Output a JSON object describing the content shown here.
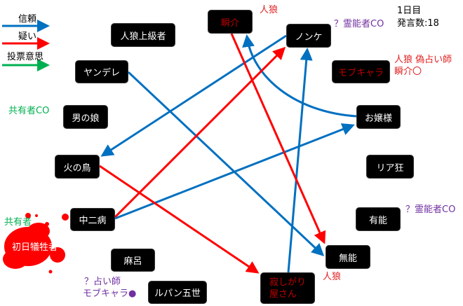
{
  "legend": {
    "trust": "信頼",
    "doubt": "疑い",
    "vote": "投票意思"
  },
  "status": {
    "day": "1日目",
    "remarks": "発言数:18"
  },
  "colors": {
    "trust": "#0070c0",
    "doubt": "#ff0000",
    "vote": "#00b050",
    "wolf": "#e02020",
    "medium": "#7030a0",
    "shared": "#00b050"
  },
  "nodes": {
    "shunsuke": "瞬介",
    "jinrou_joukyu": "人狼上級者",
    "nonke": "ノンケ",
    "yandere": "ヤンデレ",
    "mobchara": "モブキャラ",
    "otokonoko": "男の娘",
    "ojousama": "お嬢様",
    "hinotori": "火の鳥",
    "riakyo": "リア狂",
    "chuunibyou": "中二病",
    "yuunou": "有能",
    "shonichi": "初日犠牲者",
    "maro": "麻呂",
    "munou": "無能",
    "sabishigari_1": "寂しがり",
    "sabishigari_2": "屋さん",
    "lupin": "ルパン五世"
  },
  "annotations": {
    "shunsuke_wolf": "人狼",
    "nonke_co": "？霊能者CO",
    "mob_1": "人狼 偽占い師",
    "mob_2": "瞬介〇",
    "otokonoko_co": "共有者CO",
    "shonichi_co": "共有者",
    "yuunou_co": "？霊能者CO",
    "munou_wolf": "人狼",
    "maro_seer_1": "？占い師",
    "maro_seer_2": "モブキャラ●"
  }
}
